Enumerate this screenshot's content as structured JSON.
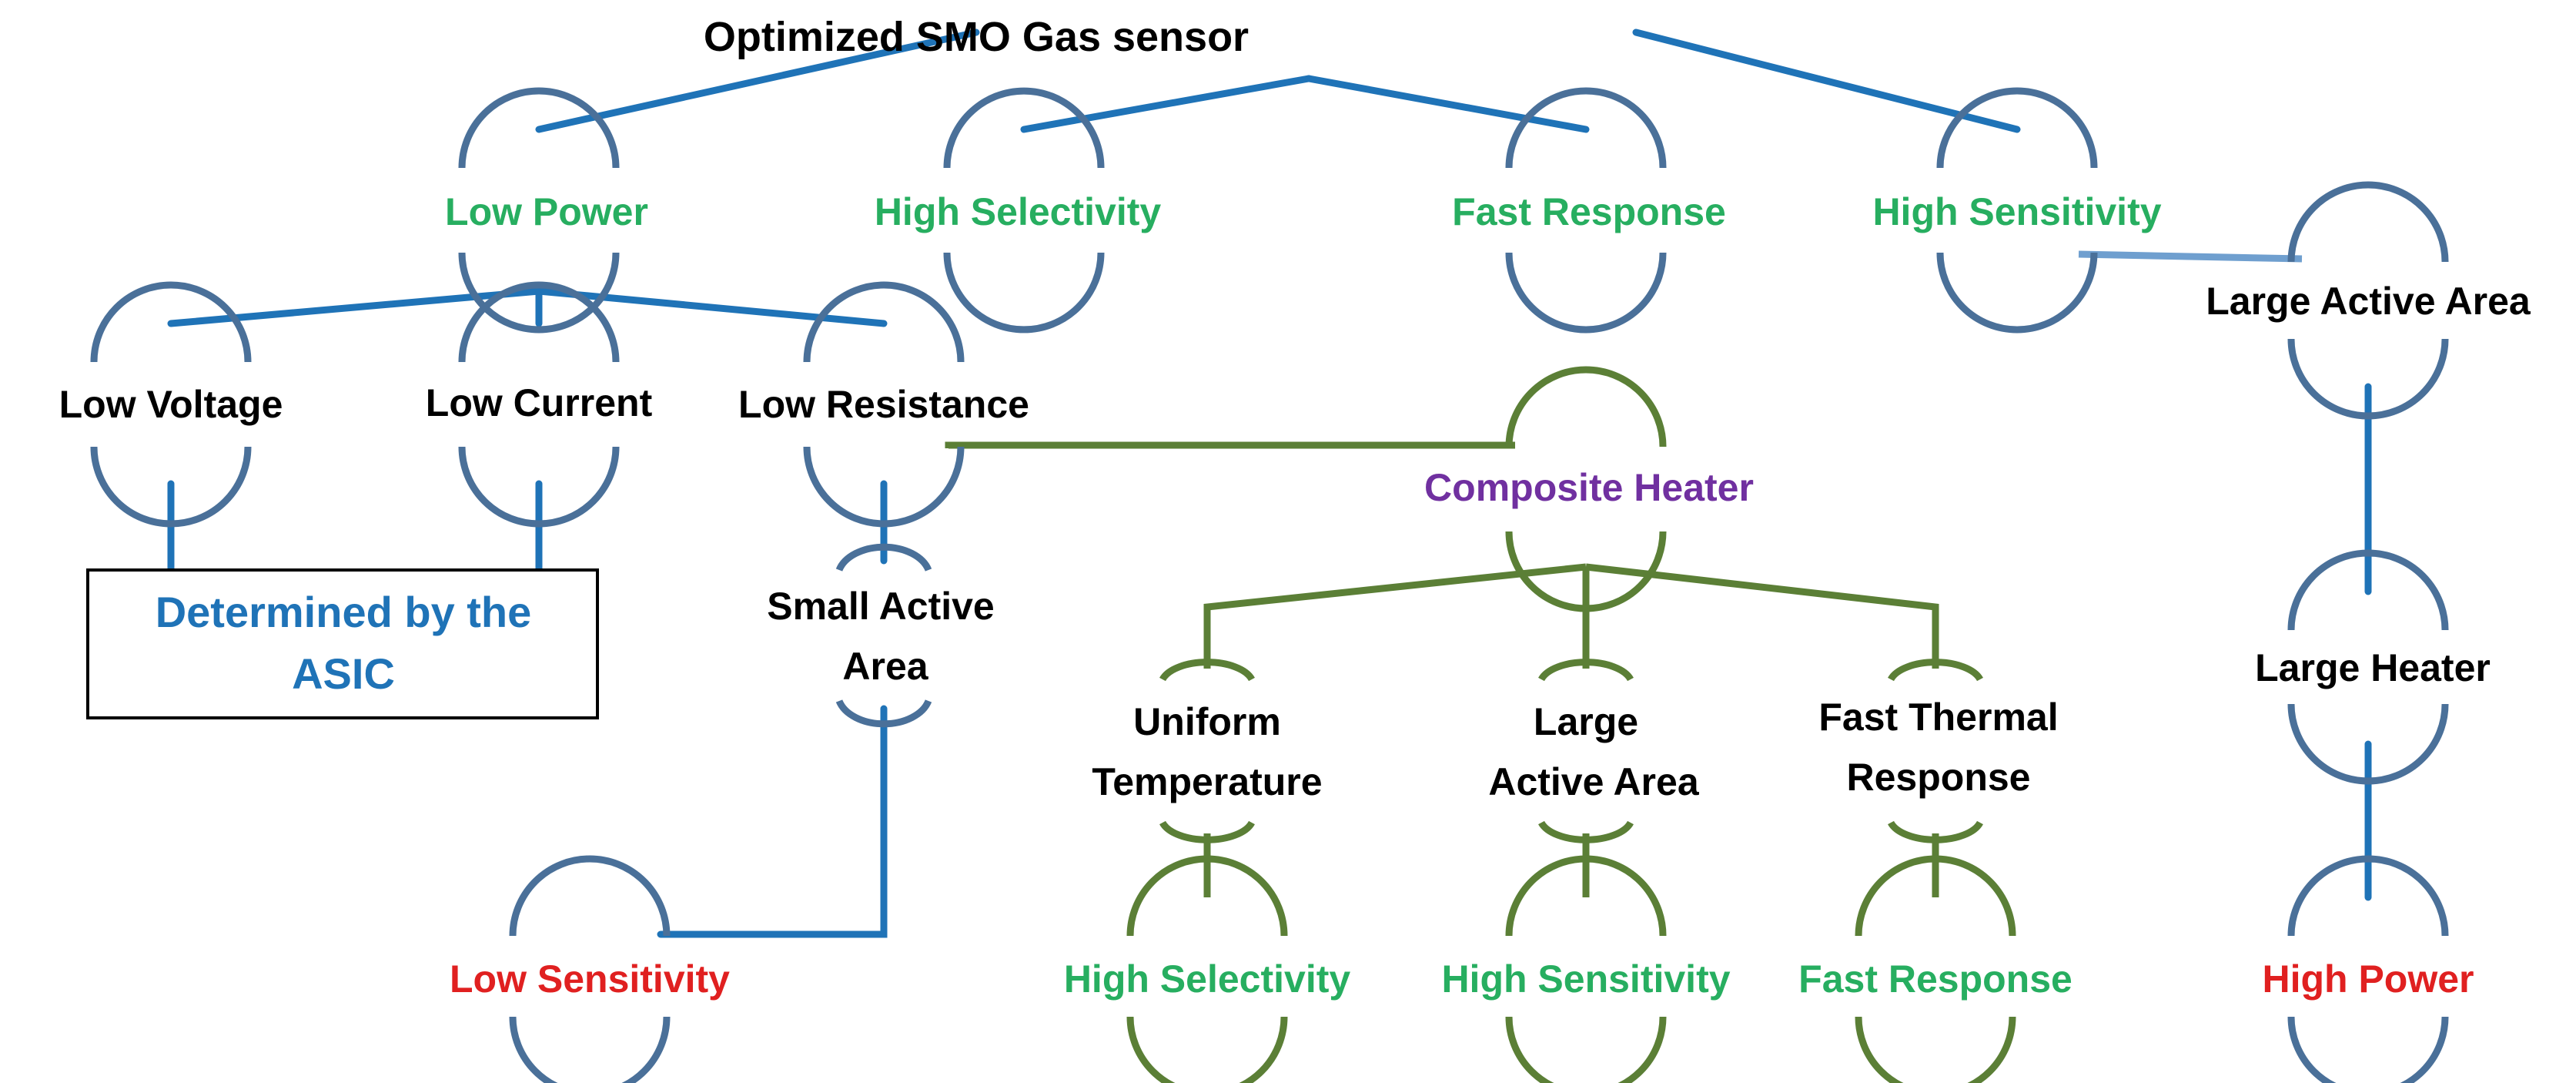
{
  "colors": {
    "blue_line": "#1f73b7",
    "blue_arc": "#4a7099",
    "green_line": "#5b7f36",
    "black_text": "#000000",
    "green_text": "#27ae60",
    "red_text": "#e02020",
    "purple_text": "#7030a0",
    "blue_text": "#1f73b7"
  },
  "root": {
    "label": "Optimized  SMO Gas sensor"
  },
  "requirements": {
    "low_power": "Low Power",
    "high_selectivity": "High Selectivity",
    "fast_response": "Fast Response",
    "high_sensitivity": "High Sensitivity"
  },
  "low_power_branch": {
    "low_voltage": "Low Voltage",
    "low_current": "Low Current",
    "low_resistance": "Low Resistance",
    "asic_box": [
      "Determined by the",
      "ASIC"
    ],
    "small_active_area": [
      "Small Active",
      "Area"
    ],
    "low_sensitivity": "Low Sensitivity"
  },
  "composite_heater_branch": {
    "composite_heater": "Composite Heater",
    "uniform_temperature": [
      "Uniform",
      "Temperature"
    ],
    "large_active_area": [
      "Large",
      "Active Area"
    ],
    "fast_thermal_response": [
      "Fast Thermal",
      "Response"
    ],
    "high_selectivity": "High Selectivity",
    "high_sensitivity": "High Sensitivity",
    "fast_response": "Fast Response"
  },
  "high_sensitivity_branch": {
    "large_active_area": "Large Active Area",
    "large_heater": "Large Heater",
    "high_power": "High Power"
  }
}
